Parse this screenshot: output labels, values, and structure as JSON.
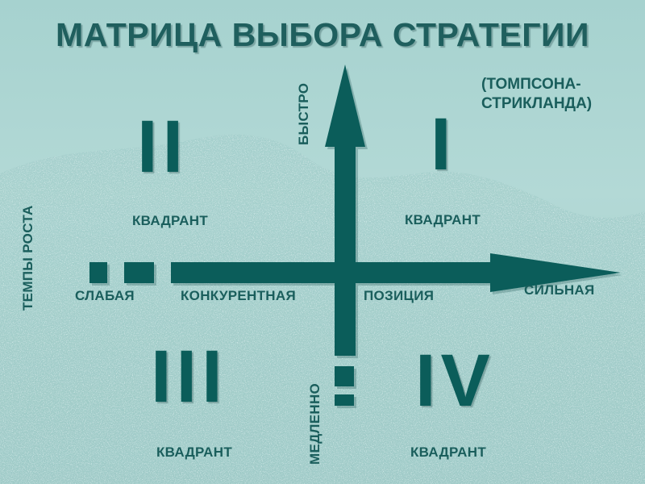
{
  "title": "МАТРИЦА ВЫБОРА СТРАТЕГИИ",
  "subtitle_line1": "(ТОМПСОНА-",
  "subtitle_line2": "СТРИКЛАНДА)",
  "y_axis": {
    "label": "ТЕМПЫ РОСТА",
    "top_label": "БЫСТРО",
    "bottom_label": "МЕДЛЕННО"
  },
  "x_axis": {
    "left_label": "СЛАБАЯ",
    "mid_label_1": "КОНКУРЕНТНАЯ",
    "mid_label_2": "ПОЗИЦИЯ",
    "right_label": "СИЛЬНАЯ"
  },
  "quadrants": [
    {
      "numeral": "II",
      "label": "КВАДРАНТ"
    },
    {
      "numeral": "I",
      "label": "КВАДРАНТ"
    },
    {
      "numeral": "III",
      "label": "КВАДРАНТ"
    },
    {
      "numeral": "IV",
      "label": "КВАДРАНТ"
    }
  ],
  "colors": {
    "background": "#a9d2cf",
    "primary": "#0b5d5a"
  }
}
